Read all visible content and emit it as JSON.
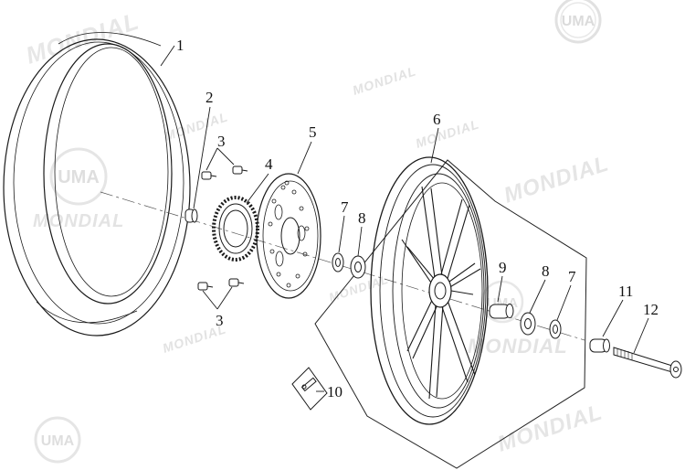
{
  "watermarks": {
    "brand": "MONDIAL",
    "logo": "UMA"
  },
  "callouts": [
    {
      "id": "part-1",
      "label": "1"
    },
    {
      "id": "part-2",
      "label": "2"
    },
    {
      "id": "part-3a",
      "label": "3"
    },
    {
      "id": "part-3b",
      "label": "3"
    },
    {
      "id": "part-4",
      "label": "4"
    },
    {
      "id": "part-5",
      "label": "5"
    },
    {
      "id": "part-6",
      "label": "6"
    },
    {
      "id": "part-7a",
      "label": "7"
    },
    {
      "id": "part-8a",
      "label": "8"
    },
    {
      "id": "part-9",
      "label": "9"
    },
    {
      "id": "part-8b",
      "label": "8"
    },
    {
      "id": "part-7b",
      "label": "7"
    },
    {
      "id": "part-10",
      "label": "10"
    },
    {
      "id": "part-11",
      "label": "11"
    },
    {
      "id": "part-12",
      "label": "12"
    }
  ]
}
